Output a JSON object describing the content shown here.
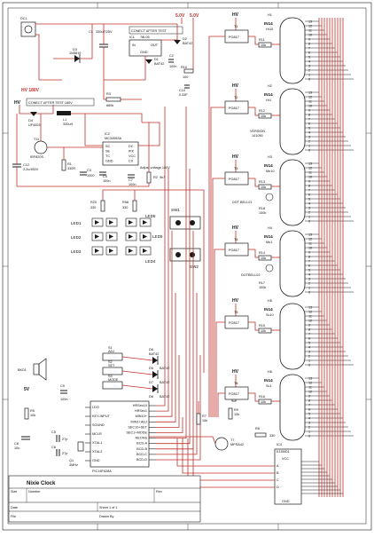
{
  "sheet": {
    "title_block": {
      "title": "Nixie Clock",
      "size_label": "Size",
      "number_label": "Number",
      "rev_label": "Rev",
      "date_label": "Date",
      "sheet_text": "Sheet 1 of 1",
      "file_label": "File",
      "drawn_label": "Drawn By"
    },
    "power": {
      "connector": "DC1",
      "diode_in": "D3",
      "diode_in_part": "1N5819",
      "cap_in": "C1",
      "cap_in_value": "330uF/25V",
      "regulator": "IC1",
      "regulator_part": "78L05",
      "reg_pin_in": "IN",
      "reg_pin_out": "OUT",
      "reg_pin_gnd": "GND",
      "connect_note_1": "CONECT AFTER TEST",
      "d1": "D1",
      "d1_part": "BAT42",
      "d2": "D2",
      "d2_part": "BAT42",
      "c2": "C2",
      "c2_value": "100n",
      "r10": "R10",
      "r10_value": "100",
      "c10": "C10",
      "c10_value": "0.33F",
      "label_5v": "5.0V",
      "label_5v2": "5.0V"
    },
    "hv": {
      "hv_label": "HV 180V",
      "hv_label2": "HV",
      "connect_note_2": "CONECT AFTER TEST 180V",
      "d4": "D4",
      "d4_part": "UF4003",
      "l1": "L1",
      "l1_value": "330uH",
      "r3": "R3",
      "r3_value": "680k",
      "ic2": "IC2",
      "ic2_part": "MC34063A",
      "ic2_pins": [
        "SC",
        "SE",
        "TC",
        "GND",
        "DC",
        "IPK",
        "VCC",
        "CII"
      ],
      "t11": "T11",
      "t11_part": "IRF820S",
      "r1": "R1",
      "r1_value": "330R",
      "c3": "C3",
      "c3_value": "1000",
      "c4": "C4",
      "c4_value": "100n",
      "c7": "C7",
      "c7_value": "100n",
      "c12": "C12",
      "c12_value": "2.2u/450V",
      "adjust_note": "Adjust voltage 180V",
      "r2": "R2",
      "r2_value": "4k7"
    },
    "leds": {
      "r20": "R20",
      "r20_value": "330",
      "r58": "R58",
      "r58_value": "330",
      "left_labels": [
        "LED1",
        "LED2",
        "LED3"
      ],
      "right_labels": [
        "LED6",
        "LED5",
        "LED4"
      ],
      "sw1": "SW1",
      "sw2": "SW2"
    },
    "mcu": {
      "bz1": "BKD1",
      "c9": "C9",
      "c9_value": "100n",
      "r5": "R5",
      "r5_value": "10k",
      "c8": "C8",
      "c8_value": "10u",
      "c5": "C5",
      "c5_value": "27p",
      "c6": "C6",
      "c6_value": "27p",
      "q1": "Q1",
      "q1_value": "4MHz",
      "ic_name": "PIC16F628A",
      "left_pins": [
        "LDO",
        "KEY-INPUT",
        "SOUND",
        "MCLR",
        "XTAL1",
        "XTAL2",
        "GND"
      ],
      "right_pins": [
        "HRSec10",
        "HRSec1",
        "MIN10+",
        "MIN1+ADJ",
        "SEC10+SET",
        "SEC1+MODE",
        "NEONS",
        "BCD-A",
        "BCD-B",
        "BCD-C",
        "BCD-D"
      ],
      "s1": "S1",
      "s1_label": "ADJ",
      "s2": "S2",
      "s2_label": "SET",
      "s3": "S3",
      "s3_label": "MODE",
      "d5": "D5",
      "d5_part": "BAT42",
      "d6": "D6",
      "d6_part": "BAT42",
      "d7": "D7",
      "d7_part": "BAT42",
      "d8": "D8",
      "d8_part": "BAT42",
      "r8": "R8",
      "r8_value": "330",
      "r7": "R7",
      "r7_value": "10k",
      "label_5v": "5V",
      "t7": "T7",
      "t7_part": "MPSA42",
      "r6": "R6",
      "r6_value": "10k",
      "r9": "R9",
      "r9_value": "10k"
    },
    "drivers": [
      {
        "t": "T1",
        "p": "PO817",
        "r": "R11",
        "rv": "10k",
        "hv": "HV",
        "nixie": "H1",
        "tube": "IN14",
        "sub": "Hr10"
      },
      {
        "t": "T2",
        "p": "PO817",
        "r": "R12",
        "rv": "10k",
        "hv": "HV",
        "nixie": "H2",
        "tube": "IN14",
        "sub": "Hr1"
      },
      {
        "t": "T3",
        "p": "PO817",
        "r": "R13",
        "rv": "10k",
        "hv": "HV",
        "nixie": "H3",
        "tube": "IN14",
        "sub": "Mn10"
      },
      {
        "t": "T4",
        "p": "PO817",
        "r": "R14",
        "rv": "10k",
        "hv": "HV",
        "nixie": "H4",
        "tube": "IN14",
        "sub": "Mn1"
      },
      {
        "t": "T5",
        "p": "PO817",
        "r": "R15",
        "rv": "10k",
        "hv": "HV",
        "nixie": "H5",
        "tube": "IN14",
        "sub": "Sc10"
      },
      {
        "t": "T6",
        "p": "PO817",
        "r": "R16",
        "rv": "10k",
        "hv": "HV",
        "nixie": "H6",
        "tube": "IN14",
        "sub": "Sc1"
      }
    ],
    "neon": {
      "version": "VERSION",
      "version_num": "101050",
      "dot1": "DOT BELL01",
      "dot2": "DOTBELL02",
      "r18": "R18",
      "r18_value": "100k",
      "r17": "R17",
      "r17_value": "100k",
      "r13b": "R13",
      "r13b_value": "100k"
    },
    "decoder": {
      "name": "IC4",
      "part": "K155ID1",
      "pins_left": [
        "A",
        "B",
        "C",
        "D"
      ],
      "vcc": "VCC",
      "gnd": "GND"
    },
    "nixie_pins": [
      "13",
      "12",
      "11",
      "10",
      "9",
      "8",
      "7",
      "6",
      "5",
      "4",
      "3",
      "2",
      "1",
      "0"
    ],
    "colors": {
      "wire": "#c0302a",
      "ink": "#1a1a1a",
      "paper": "#ffffff"
    }
  }
}
